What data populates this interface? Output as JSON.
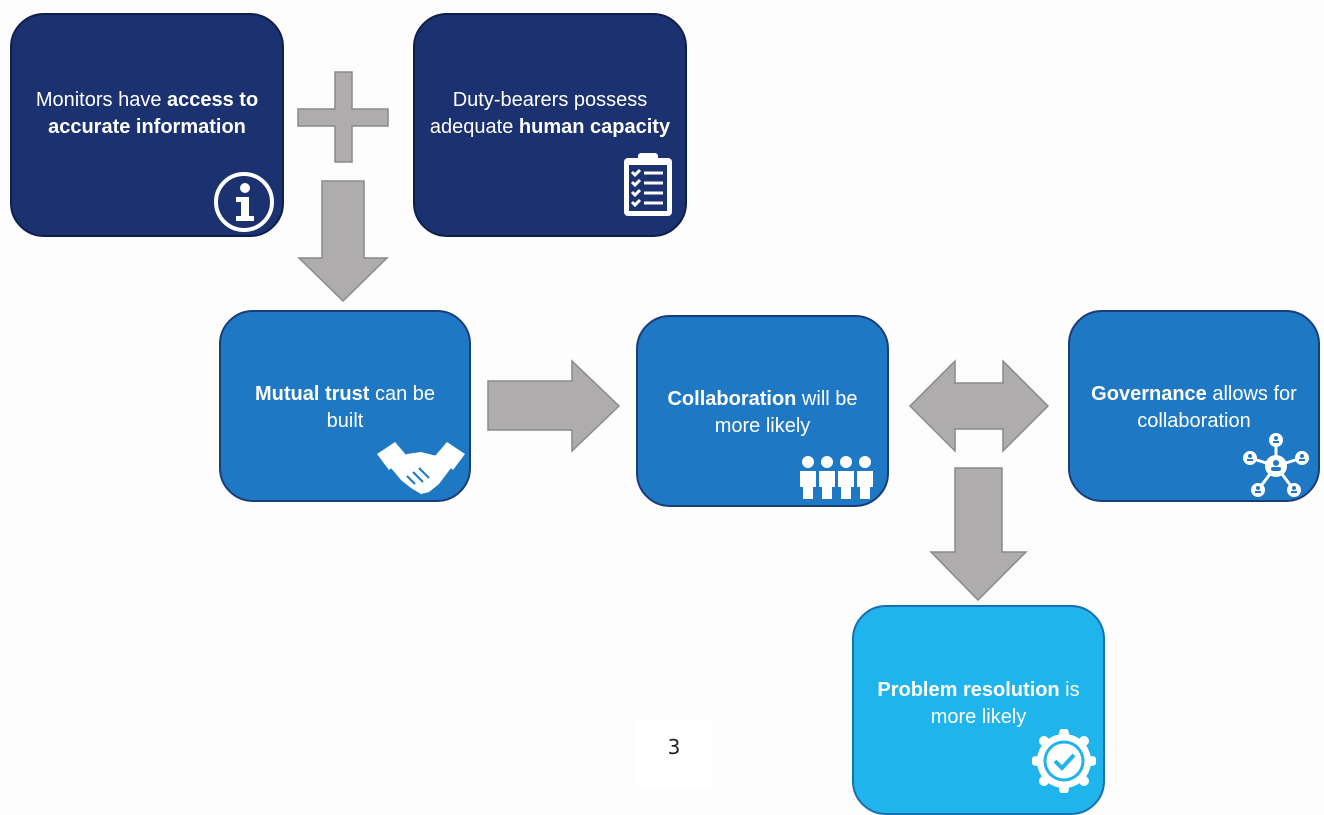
{
  "boxes": {
    "monitors": {
      "pre": "Monitors have ",
      "bold": "access to accurate information",
      "post": ""
    },
    "duty": {
      "pre": "Duty-bearers possess adequate ",
      "bold": "human capacity",
      "post": ""
    },
    "trust": {
      "pre": "",
      "bold": "Mutual trust",
      "post": " can be built"
    },
    "collab": {
      "pre": "",
      "bold": "Collaboration",
      "post": " will be more likely"
    },
    "gov": {
      "pre": "",
      "bold": "Governance",
      "post": " allows for collaboration"
    },
    "problem": {
      "pre": "",
      "bold": "Problem resolution",
      "post": " is more likely"
    }
  },
  "icons": {
    "monitors": "info-icon",
    "duty": "clipboard-checklist-icon",
    "trust": "handshake-icon",
    "collab": "group-people-icon",
    "gov": "network-icon",
    "problem": "check-badge-icon"
  },
  "colors": {
    "navy": "#1b3170",
    "mid_blue": "#1f78c4",
    "light_blue": "#1fb4ec",
    "arrow_gray": "#aeacac"
  },
  "page_number": "3"
}
